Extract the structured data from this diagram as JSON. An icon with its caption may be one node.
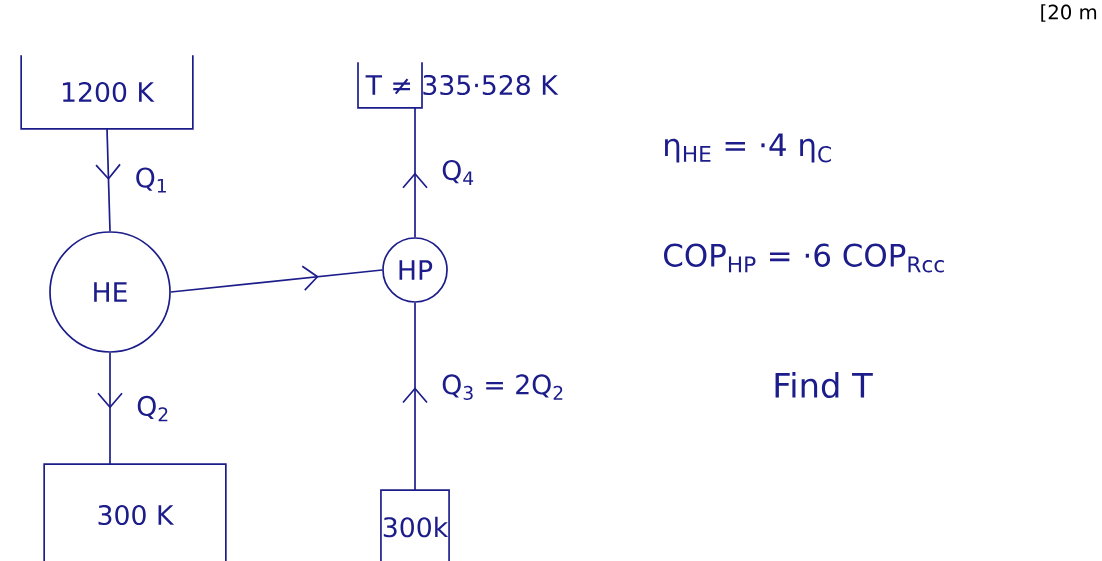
{
  "diagram": {
    "nodes": [
      {
        "text": [
          "1200 K"
        ]
      },
      {
        "text": [
          "T ≠ 335·528 K"
        ]
      },
      {
        "text": [
          "HE"
        ]
      },
      {
        "text": [
          "HP"
        ]
      },
      {
        "text": [
          "300 K"
        ]
      },
      {
        "text": [
          "300k"
        ]
      }
    ],
    "edges": [
      {
        "from": 0,
        "to": 2,
        "arrow": "to",
        "label": "Q$_{1}$"
      },
      {
        "from": 2,
        "to": 3,
        "arrow": "to"
      },
      {
        "from": 2,
        "to": 4,
        "arrow": "to",
        "label": "Q$_{2}$"
      },
      {
        "from": 5,
        "to": 3,
        "arrow": "to",
        "label": "Q$_{3}$ = 2Q$_{2}$"
      },
      {
        "from": 3,
        "to": 1,
        "arrow": "to",
        "label": "Q$_{4}$"
      }
    ],
    "labels": [
      "[20 m",
      "η$_{HE}$ = ·4 η$_{C}$",
      "COP$_{HP}$ = ·6 COP$_{Rcc}$",
      "Find T"
    ]
  }
}
